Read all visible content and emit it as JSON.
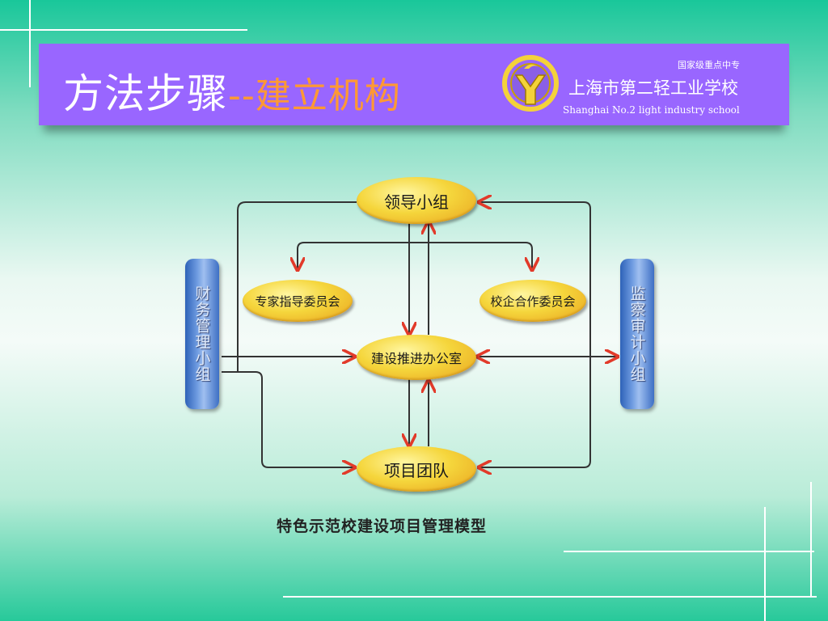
{
  "header": {
    "title_main": "方法步骤",
    "title_sub": "--建立机构",
    "school_top": "国家级重点中专",
    "school_name": "上海市第二轻工业学校",
    "school_en": "Shanghai No.2  light industry  school"
  },
  "diagram": {
    "nodes": {
      "leader_group": "领导小组",
      "expert_committee": "专家指导委员会",
      "coop_committee": "校企合作委员会",
      "office": "建设推进办公室",
      "project_team": "项目团队",
      "finance_group": "财务管理小组",
      "audit_group": "监察审计小组"
    },
    "caption": "特色示范校建设项目管理模型"
  },
  "colors": {
    "header_band": "#9966ff",
    "title_sub": "#ff9933",
    "arrow_head": "#e23a2a",
    "connector": "#333333"
  }
}
